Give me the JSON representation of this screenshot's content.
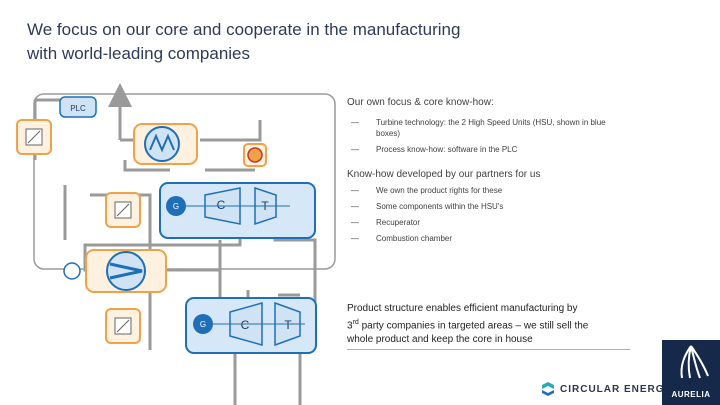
{
  "title": {
    "line1": "We focus on our core and cooperate in the manufacturing",
    "line2": "with world-leading companies"
  },
  "diagram": {
    "plc_label": "PLC",
    "unit1": {
      "generator": "G",
      "compressor": "C",
      "turbine": "T"
    },
    "unit2": {
      "generator": "G",
      "compressor": "C",
      "turbine": "T"
    },
    "colors": {
      "blue_box": "#1e6fb8",
      "blue_fill": "#cfe3f5",
      "orange": "#f0a24a",
      "pipe": "#9a9a9a"
    }
  },
  "focus": {
    "heading": "Our own focus & core know-how:",
    "items": [
      {
        "dash": "—",
        "text": "Turbine technology: the 2 High Speed Units (HSU, shown in blue boxes)"
      },
      {
        "dash": "—",
        "text": "Process know-how: software in the PLC"
      }
    ]
  },
  "partners": {
    "heading": "Know-how developed by our partners for us",
    "items": [
      {
        "dash": "—",
        "text": "We own the product rights for these"
      },
      {
        "dash": "—",
        "text": "Some components within the HSU's"
      },
      {
        "dash": "—",
        "text": "Recuperator"
      },
      {
        "dash": "—",
        "text": "Combustion chamber"
      }
    ]
  },
  "structure": {
    "line1": "Product structure enables efficient manufacturing by",
    "line2_sup": "rd",
    "line2_pre": "3",
    "line2_rest": " party companies in targeted areas – we still sell the",
    "line3": "whole product and keep the core in house"
  },
  "brands": {
    "circular": "CIRCULAR ENERGY",
    "aurelia": "AURELIA"
  }
}
